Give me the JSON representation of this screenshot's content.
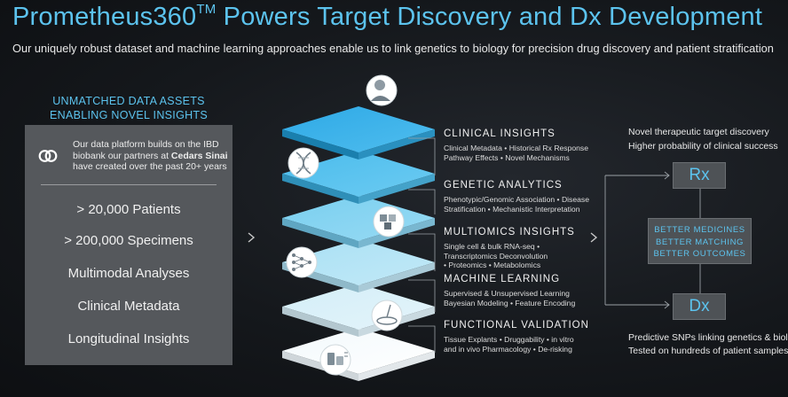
{
  "header": {
    "title_main": "Prometheus360",
    "title_sup": "TM",
    "title_rest": " Powers Target Discovery and Dx Development",
    "subtitle": "Our uniquely robust dataset and machine learning approaches enable us to link genetics to biology for precision drug discovery and patient stratification"
  },
  "left": {
    "heading_line1": "UNMATCHED DATA ASSETS",
    "heading_line2": "ENABLING NOVEL INSIGHTS",
    "intro_pre": "Our data platform builds on the IBD biobank our partners at ",
    "intro_bold": "Cedars Sinai",
    "intro_post": " have created over the past 20+ years",
    "stats": [
      "> 20,000 Patients",
      "> 200,000 Specimens",
      "Multimodal Analyses",
      "Clinical Metadata",
      "Longitudinal Insights"
    ],
    "link_icon": "link-icon"
  },
  "layers": [
    {
      "label": "CLINICAL INSIGHTS",
      "desc": [
        "Clinical Metadata • Historical Rx Response",
        "Pathway Effects • Novel Mechanisms"
      ],
      "icon": "patient-icon"
    },
    {
      "label": "GENETIC ANALYTICS",
      "desc": [
        "Phenotypic/Genomic Association • Disease",
        "Stratification • Mechanistic Interpretation"
      ],
      "icon": "dna-icon"
    },
    {
      "label": "MULTIOMICS INSIGHTS",
      "desc": [
        "Single cell & bulk RNA-seq •",
        "Transcriptomics Deconvolution",
        "• Proteomics • Metabolomics"
      ],
      "icon": "cubes-icon"
    },
    {
      "label": "MACHINE LEARNING",
      "desc": [
        "Supervised & Unsupervised Learning",
        "Bayesian Modeling • Feature Encoding"
      ],
      "icon": "neural-network-icon"
    },
    {
      "label": "FUNCTIONAL VALIDATION",
      "desc": [
        "Tissue Explants • Druggability • in vitro",
        "and in vivo Pharmacology • De-risking"
      ],
      "icon": "petri-dish-icon"
    },
    {
      "label": "",
      "desc": [],
      "icon": "lab-bottles-icon"
    }
  ],
  "right": {
    "rx_notes": [
      "Novel therapeutic target discovery",
      "Higher probability of clinical success"
    ],
    "rx_label": "Rx",
    "dx_label": "Dx",
    "better": [
      "BETTER MEDICINES",
      "BETTER MATCHING",
      "BETTER OUTCOMES"
    ],
    "dx_notes": [
      "Predictive SNPs linking genetics & biology",
      "Tested on hundreds of patient samples"
    ]
  },
  "colors": {
    "accent": "#5cc3ee",
    "panel": "#55585c",
    "box": "#4e5256",
    "layer_top": "#3fb3ea",
    "layer_bottom": "#ffffff"
  }
}
